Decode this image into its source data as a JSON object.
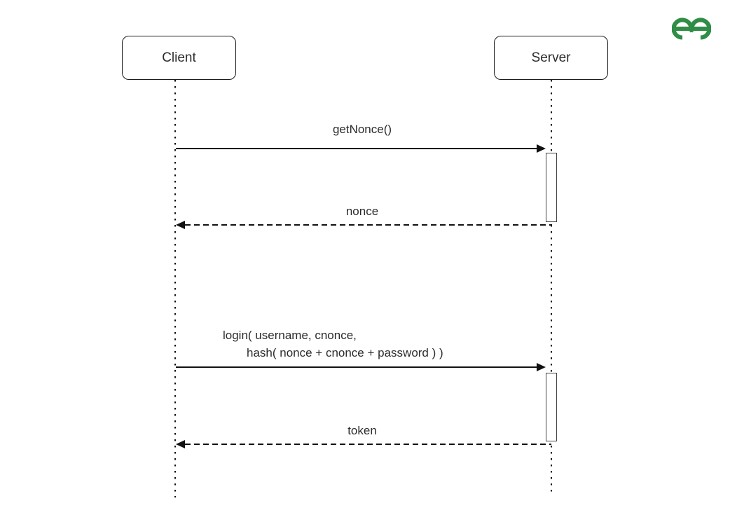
{
  "page": {
    "background": "#ffffff"
  },
  "diagram": {
    "type": "sequence",
    "actors": [
      {
        "id": "client",
        "label": "Client"
      },
      {
        "id": "server",
        "label": "Server"
      }
    ],
    "messages": [
      {
        "label": "getNonce()",
        "style": "solid",
        "direction": "client-to-server"
      },
      {
        "label": "nonce",
        "style": "dashed",
        "direction": "server-to-client"
      },
      {
        "label_line1": "login( username, cnonce,",
        "label_line2": "hash( nonce + cnonce + password ) )",
        "style": "solid",
        "direction": "client-to-server"
      },
      {
        "label": "token",
        "style": "dashed",
        "direction": "server-to-client"
      }
    ]
  },
  "branding": {
    "logo": "geeksforgeeks",
    "color": "#2f8d46"
  },
  "colors": {
    "line": "#111111",
    "text": "#2b2b2b",
    "actor_border": "#1a1a1a",
    "background": "#ffffff"
  }
}
